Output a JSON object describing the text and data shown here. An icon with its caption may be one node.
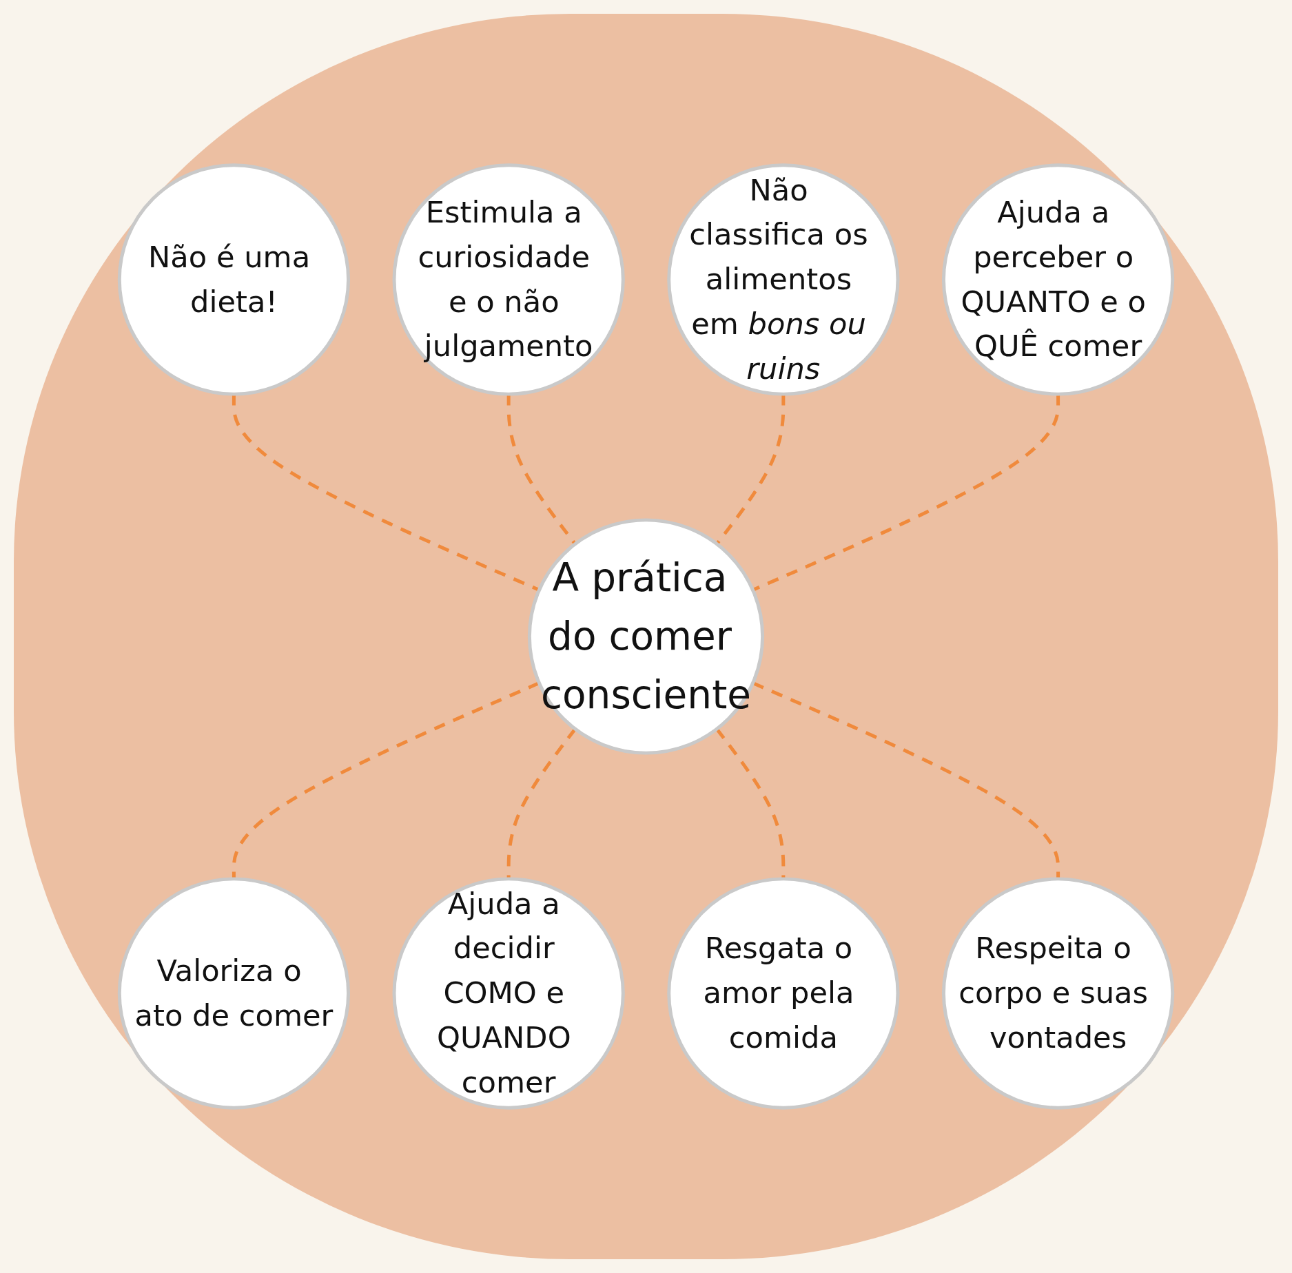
{
  "diagram": {
    "nodes": [
      {
        "text": [
          "Não é uma dieta!"
        ]
      },
      {
        "text": [
          "Estimula a curiosidade e o não julgamento"
        ]
      },
      {
        "text": [
          "Não classifica os alimentos em *bons ou ruins*"
        ]
      },
      {
        "text": [
          "Ajuda a perceber o QUANTO e o QUÊ comer"
        ]
      },
      {
        "text": [
          "A prática do comer consciente"
        ]
      },
      {
        "text": [
          "Valoriza o ato de comer"
        ]
      },
      {
        "text": [
          "Ajuda a decidir COMO e QUANDO comer"
        ]
      },
      {
        "text": [
          "Resgata o amor pela comida"
        ]
      },
      {
        "text": [
          "Respeita o corpo e suas vontades"
        ]
      }
    ],
    "edges": [
      {
        "from": 0,
        "to": 4,
        "arrow": "none",
        "style": "dashed"
      },
      {
        "from": 1,
        "to": 4,
        "arrow": "none",
        "style": "dashed"
      },
      {
        "from": 2,
        "to": 4,
        "arrow": "none",
        "style": "dashed"
      },
      {
        "from": 3,
        "to": 4,
        "arrow": "none",
        "style": "dashed"
      },
      {
        "from": 4,
        "to": 5,
        "arrow": "none",
        "style": "dashed"
      },
      {
        "from": 4,
        "to": 6,
        "arrow": "none",
        "style": "dashed"
      },
      {
        "from": 4,
        "to": 7,
        "arrow": "none",
        "style": "dashed"
      },
      {
        "from": 4,
        "to": 8,
        "arrow": "none",
        "style": "dashed"
      }
    ]
  }
}
